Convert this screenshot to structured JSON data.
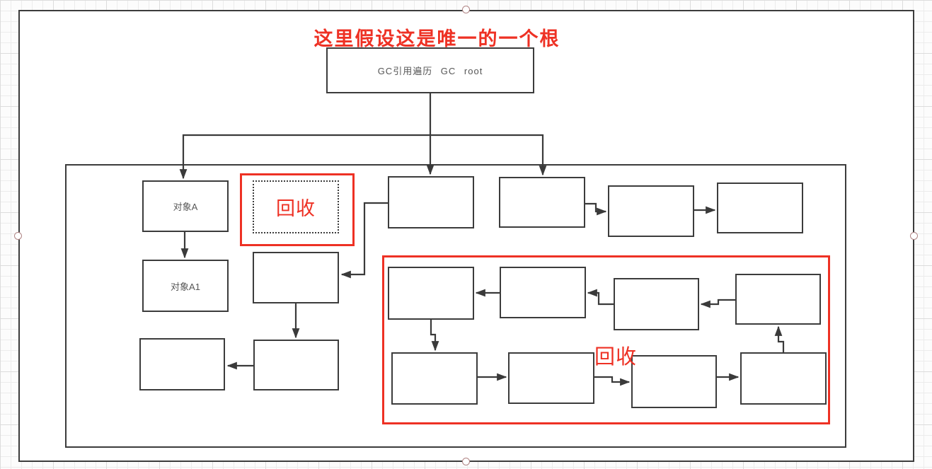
{
  "annotation": {
    "root_note": "这里假设这是唯一的一个根"
  },
  "nodes": {
    "gc_root": "GC引用遍历 GC root",
    "object_a": "对象A",
    "object_a1": "对象A1"
  },
  "labels": {
    "recycle_small": "回收",
    "recycle_large": "回收"
  },
  "structure": {
    "empty_node_count": 14,
    "recycle_zones": 2
  },
  "colors": {
    "accent_red": "#ee3124",
    "line_dark": "#3a3a3a",
    "node_border": "#3c3c3c",
    "grid_line": "#ececec"
  }
}
